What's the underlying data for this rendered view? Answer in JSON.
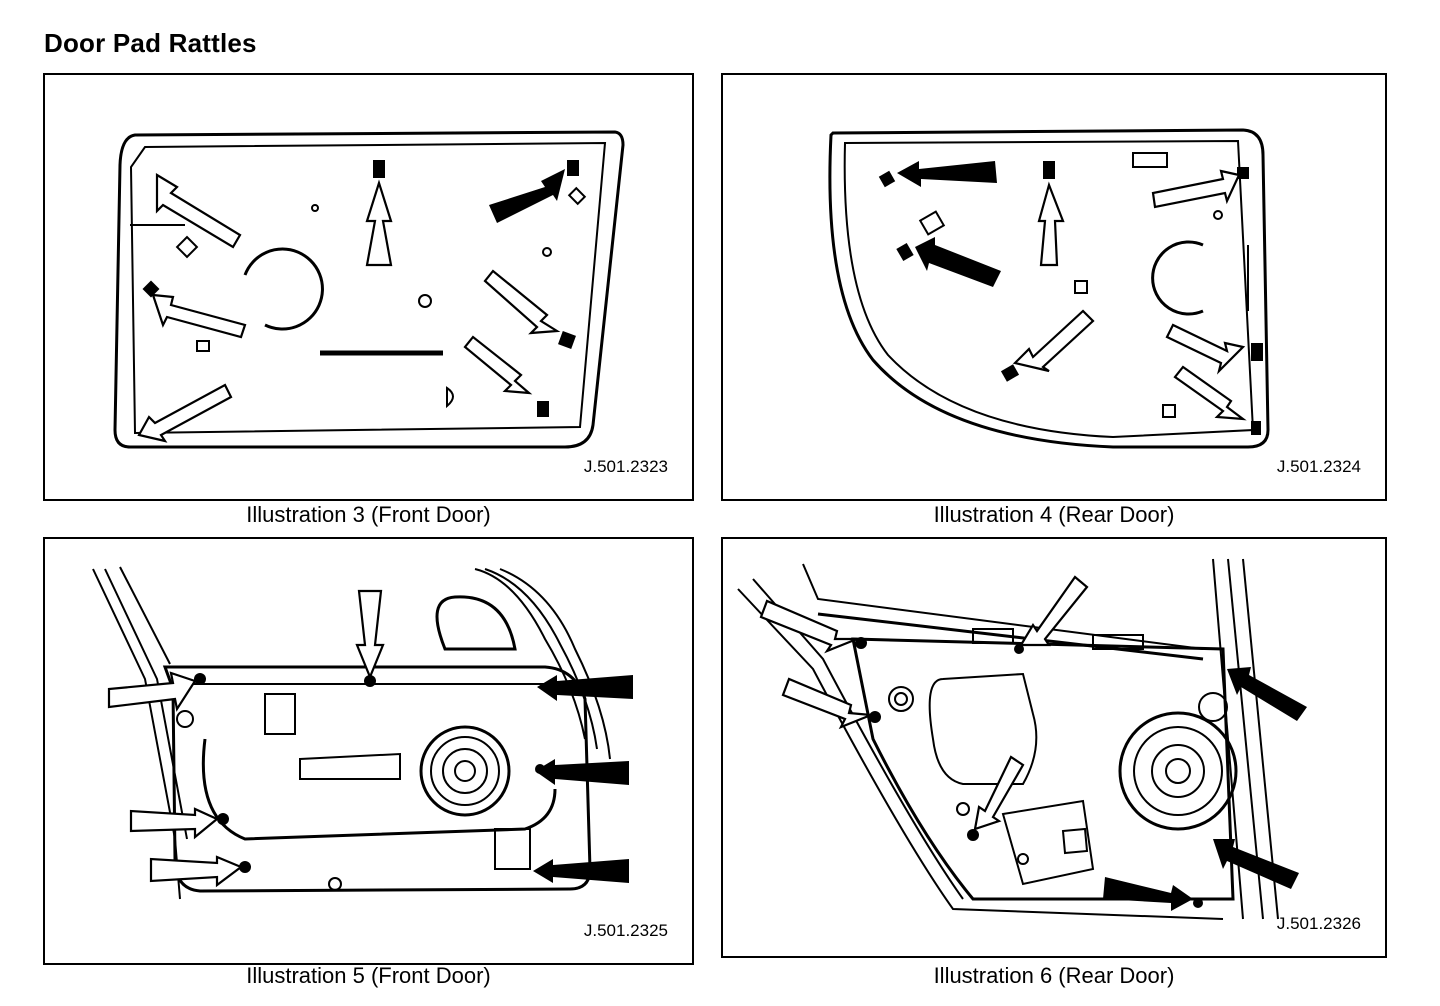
{
  "page_title": "Door Pad Rattles",
  "illustrations": [
    {
      "caption": "Illustration 3 (Front Door)",
      "code": "J.501.2323"
    },
    {
      "caption": "Illustration 4 (Rear Door)",
      "code": "J.501.2324"
    },
    {
      "caption": "Illustration 5 (Front Door)",
      "code": "J.501.2325"
    },
    {
      "caption": "Illustration 6 (Rear Door)",
      "code": "J.501.2326"
    }
  ]
}
